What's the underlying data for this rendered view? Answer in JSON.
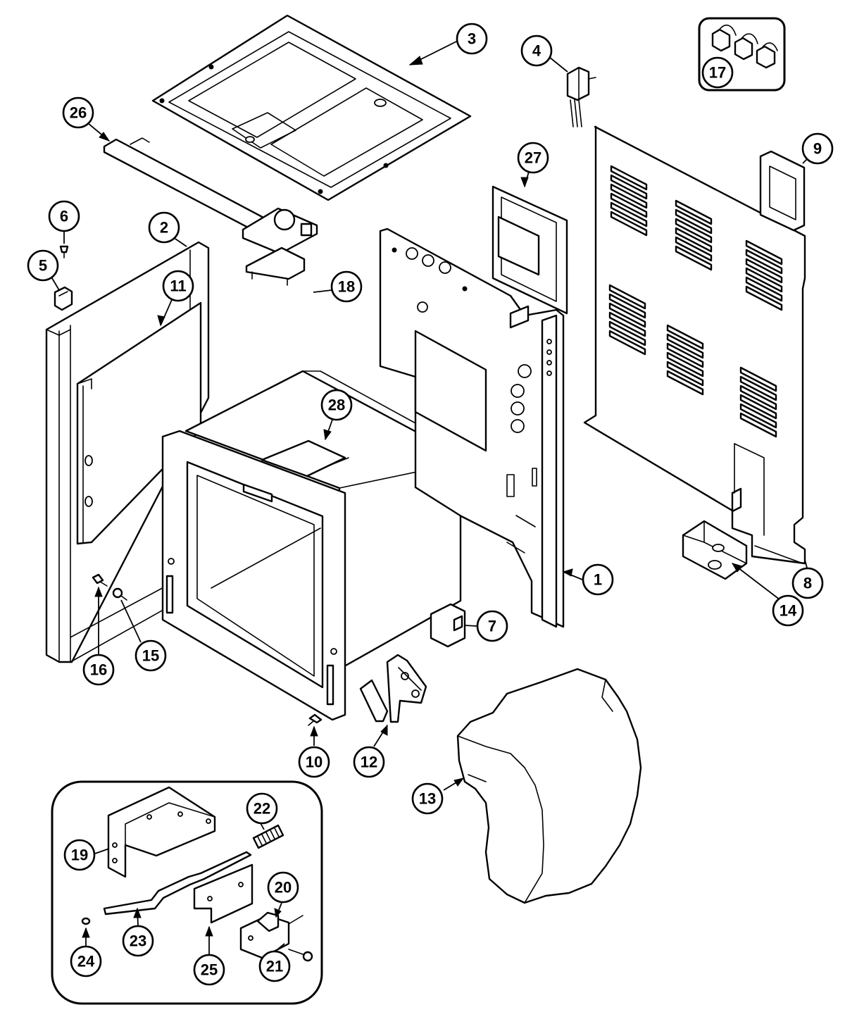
{
  "callouts": [
    {
      "id": "c1",
      "label": "1"
    },
    {
      "id": "c2",
      "label": "2"
    },
    {
      "id": "c3",
      "label": "3"
    },
    {
      "id": "c4",
      "label": "4"
    },
    {
      "id": "c5",
      "label": "5"
    },
    {
      "id": "c6",
      "label": "6"
    },
    {
      "id": "c7",
      "label": "7"
    },
    {
      "id": "c8",
      "label": "8"
    },
    {
      "id": "c9",
      "label": "9"
    },
    {
      "id": "c10",
      "label": "10"
    },
    {
      "id": "c11",
      "label": "11"
    },
    {
      "id": "c12",
      "label": "12"
    },
    {
      "id": "c13",
      "label": "13"
    },
    {
      "id": "c14",
      "label": "14"
    },
    {
      "id": "c15",
      "label": "15"
    },
    {
      "id": "c16",
      "label": "16"
    },
    {
      "id": "c17",
      "label": "17"
    },
    {
      "id": "c18",
      "label": "18"
    },
    {
      "id": "c19",
      "label": "19"
    },
    {
      "id": "c20",
      "label": "20"
    },
    {
      "id": "c21",
      "label": "21"
    },
    {
      "id": "c22",
      "label": "22"
    },
    {
      "id": "c23",
      "label": "23"
    },
    {
      "id": "c24",
      "label": "24"
    },
    {
      "id": "c25",
      "label": "25"
    },
    {
      "id": "c26",
      "label": "26"
    },
    {
      "id": "c27",
      "label": "27"
    },
    {
      "id": "c28",
      "label": "28"
    }
  ],
  "colors": {
    "line": "#000000",
    "background": "#ffffff"
  }
}
